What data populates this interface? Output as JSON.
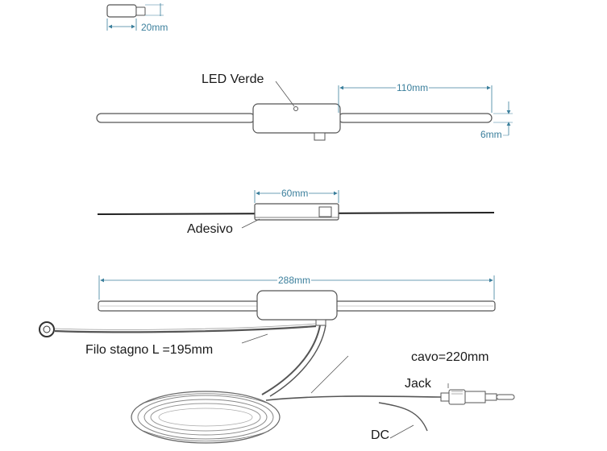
{
  "labels": {
    "led": "LED Verde",
    "adhesive": "Adesivo",
    "tin_wire": "Filo stagno L =195mm",
    "cable": "cavo=220mm",
    "jack": "Jack",
    "dc": "DC"
  },
  "dimensions": {
    "small_part_width": "20mm",
    "rod_length": "110mm",
    "rod_diameter": "6mm",
    "body_length": "60mm",
    "total_length": "288mm"
  },
  "colors": {
    "outline": "#555555",
    "dimension": "#3b7f9c",
    "text": "#1a1a1a"
  }
}
